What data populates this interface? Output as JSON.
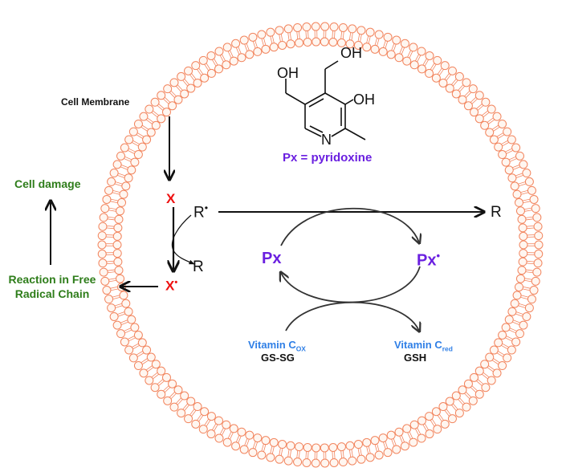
{
  "colors": {
    "membrane": "#f2855e",
    "membrane_fill": "#fff6f0",
    "green_label": "#2e7d1a",
    "red_species": "#ee1111",
    "purple_px": "#6a1fe0",
    "blue_vitamin": "#2f7fe6",
    "arrow": "#111111",
    "cycle_arrow": "#333333"
  },
  "labels": {
    "cell_membrane": "Cell Membrane",
    "cell_damage": "Cell damage",
    "reaction_line1": "Reaction in Free",
    "reaction_line2": "Radical Chain",
    "x": "X",
    "x_radical": "X",
    "radical_dot": "•",
    "r_radical": "R",
    "r_product_small": "R",
    "r_product_right": "R",
    "px_left": "Px",
    "px_radical": "Px",
    "px_caption": "Px = pyridoxine",
    "vitc_ox_main": "Vitamin C",
    "vitc_ox_sub": "OX",
    "gssg": "GS-SG",
    "vitc_red_main": "Vitamin C",
    "vitc_red_sub": "red",
    "gsh": "GSH"
  },
  "molecule": {
    "name": "pyridoxine",
    "atoms": [
      "OH",
      "OH",
      "OH",
      "N"
    ]
  }
}
